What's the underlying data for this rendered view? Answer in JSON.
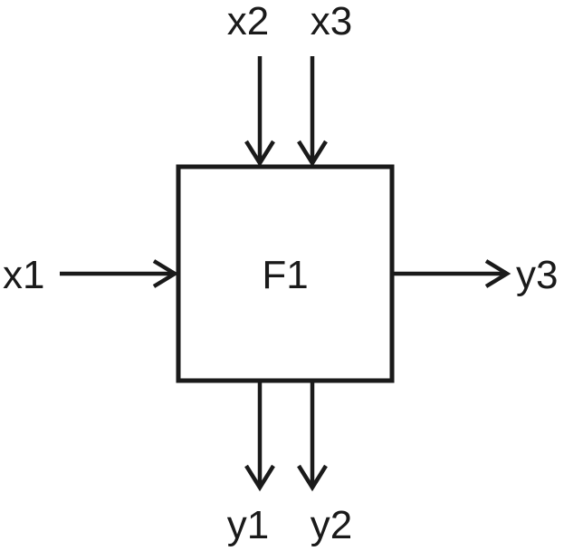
{
  "block": {
    "label": "F1"
  },
  "inputs": [
    {
      "id": "x1",
      "label": "x1"
    },
    {
      "id": "x2",
      "label": "x2"
    },
    {
      "id": "x3",
      "label": "x3"
    }
  ],
  "outputs": [
    {
      "id": "y1",
      "label": "y1"
    },
    {
      "id": "y2",
      "label": "y2"
    },
    {
      "id": "y3",
      "label": "y3"
    }
  ],
  "colors": {
    "stroke": "#1a1a1a",
    "background": "#ffffff"
  }
}
